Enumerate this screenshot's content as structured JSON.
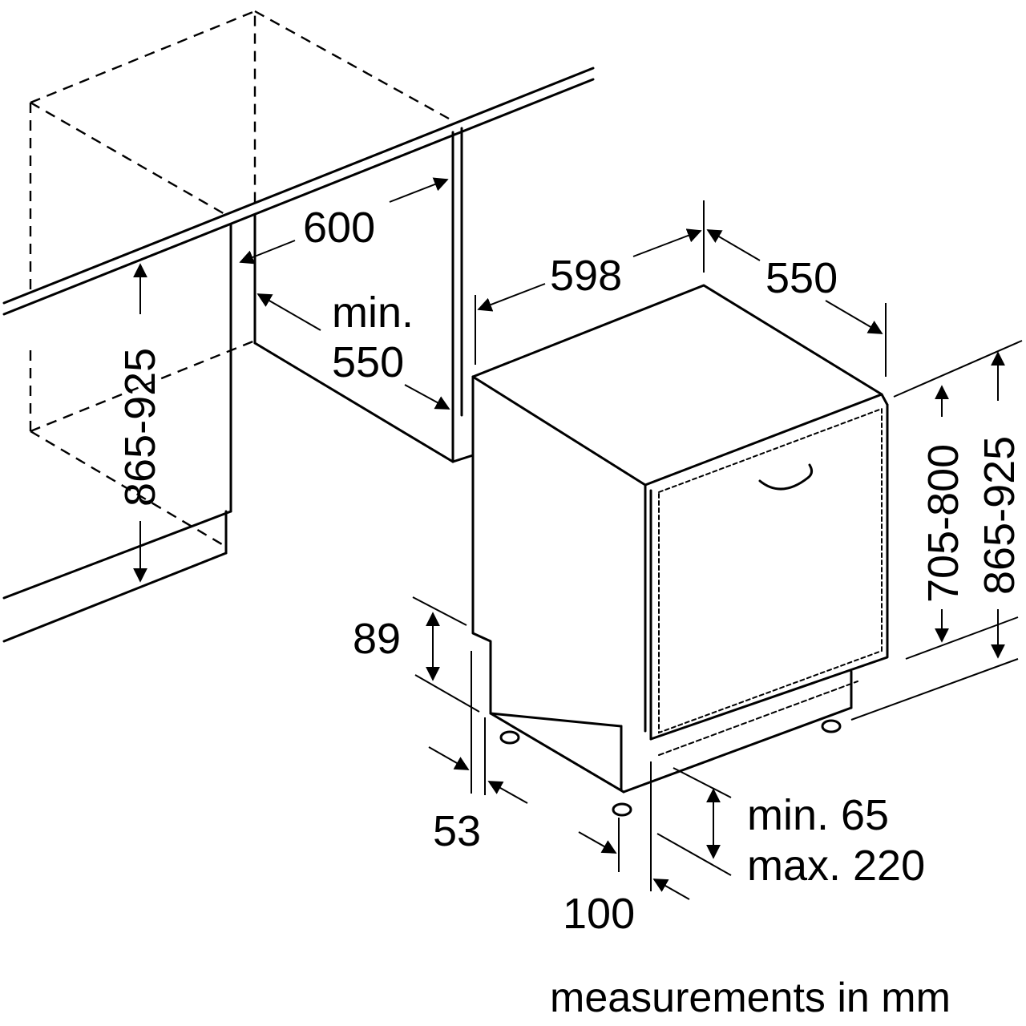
{
  "diagram": {
    "title": "Built-in dishwasher installation dimensions",
    "units_note": "measurements in mm",
    "labels": {
      "niche_width": "600",
      "niche_depth_min": "min.",
      "niche_depth_value": "550",
      "cabinet_height": "865-925",
      "appliance_width": "598",
      "appliance_depth": "550",
      "door_height": "705-800",
      "total_height": "865-925",
      "plinth_height": "89",
      "plinth_recess": "53",
      "plinth_min": "min. 65",
      "plinth_max": "max. 220",
      "plinth_depth": "100"
    }
  }
}
